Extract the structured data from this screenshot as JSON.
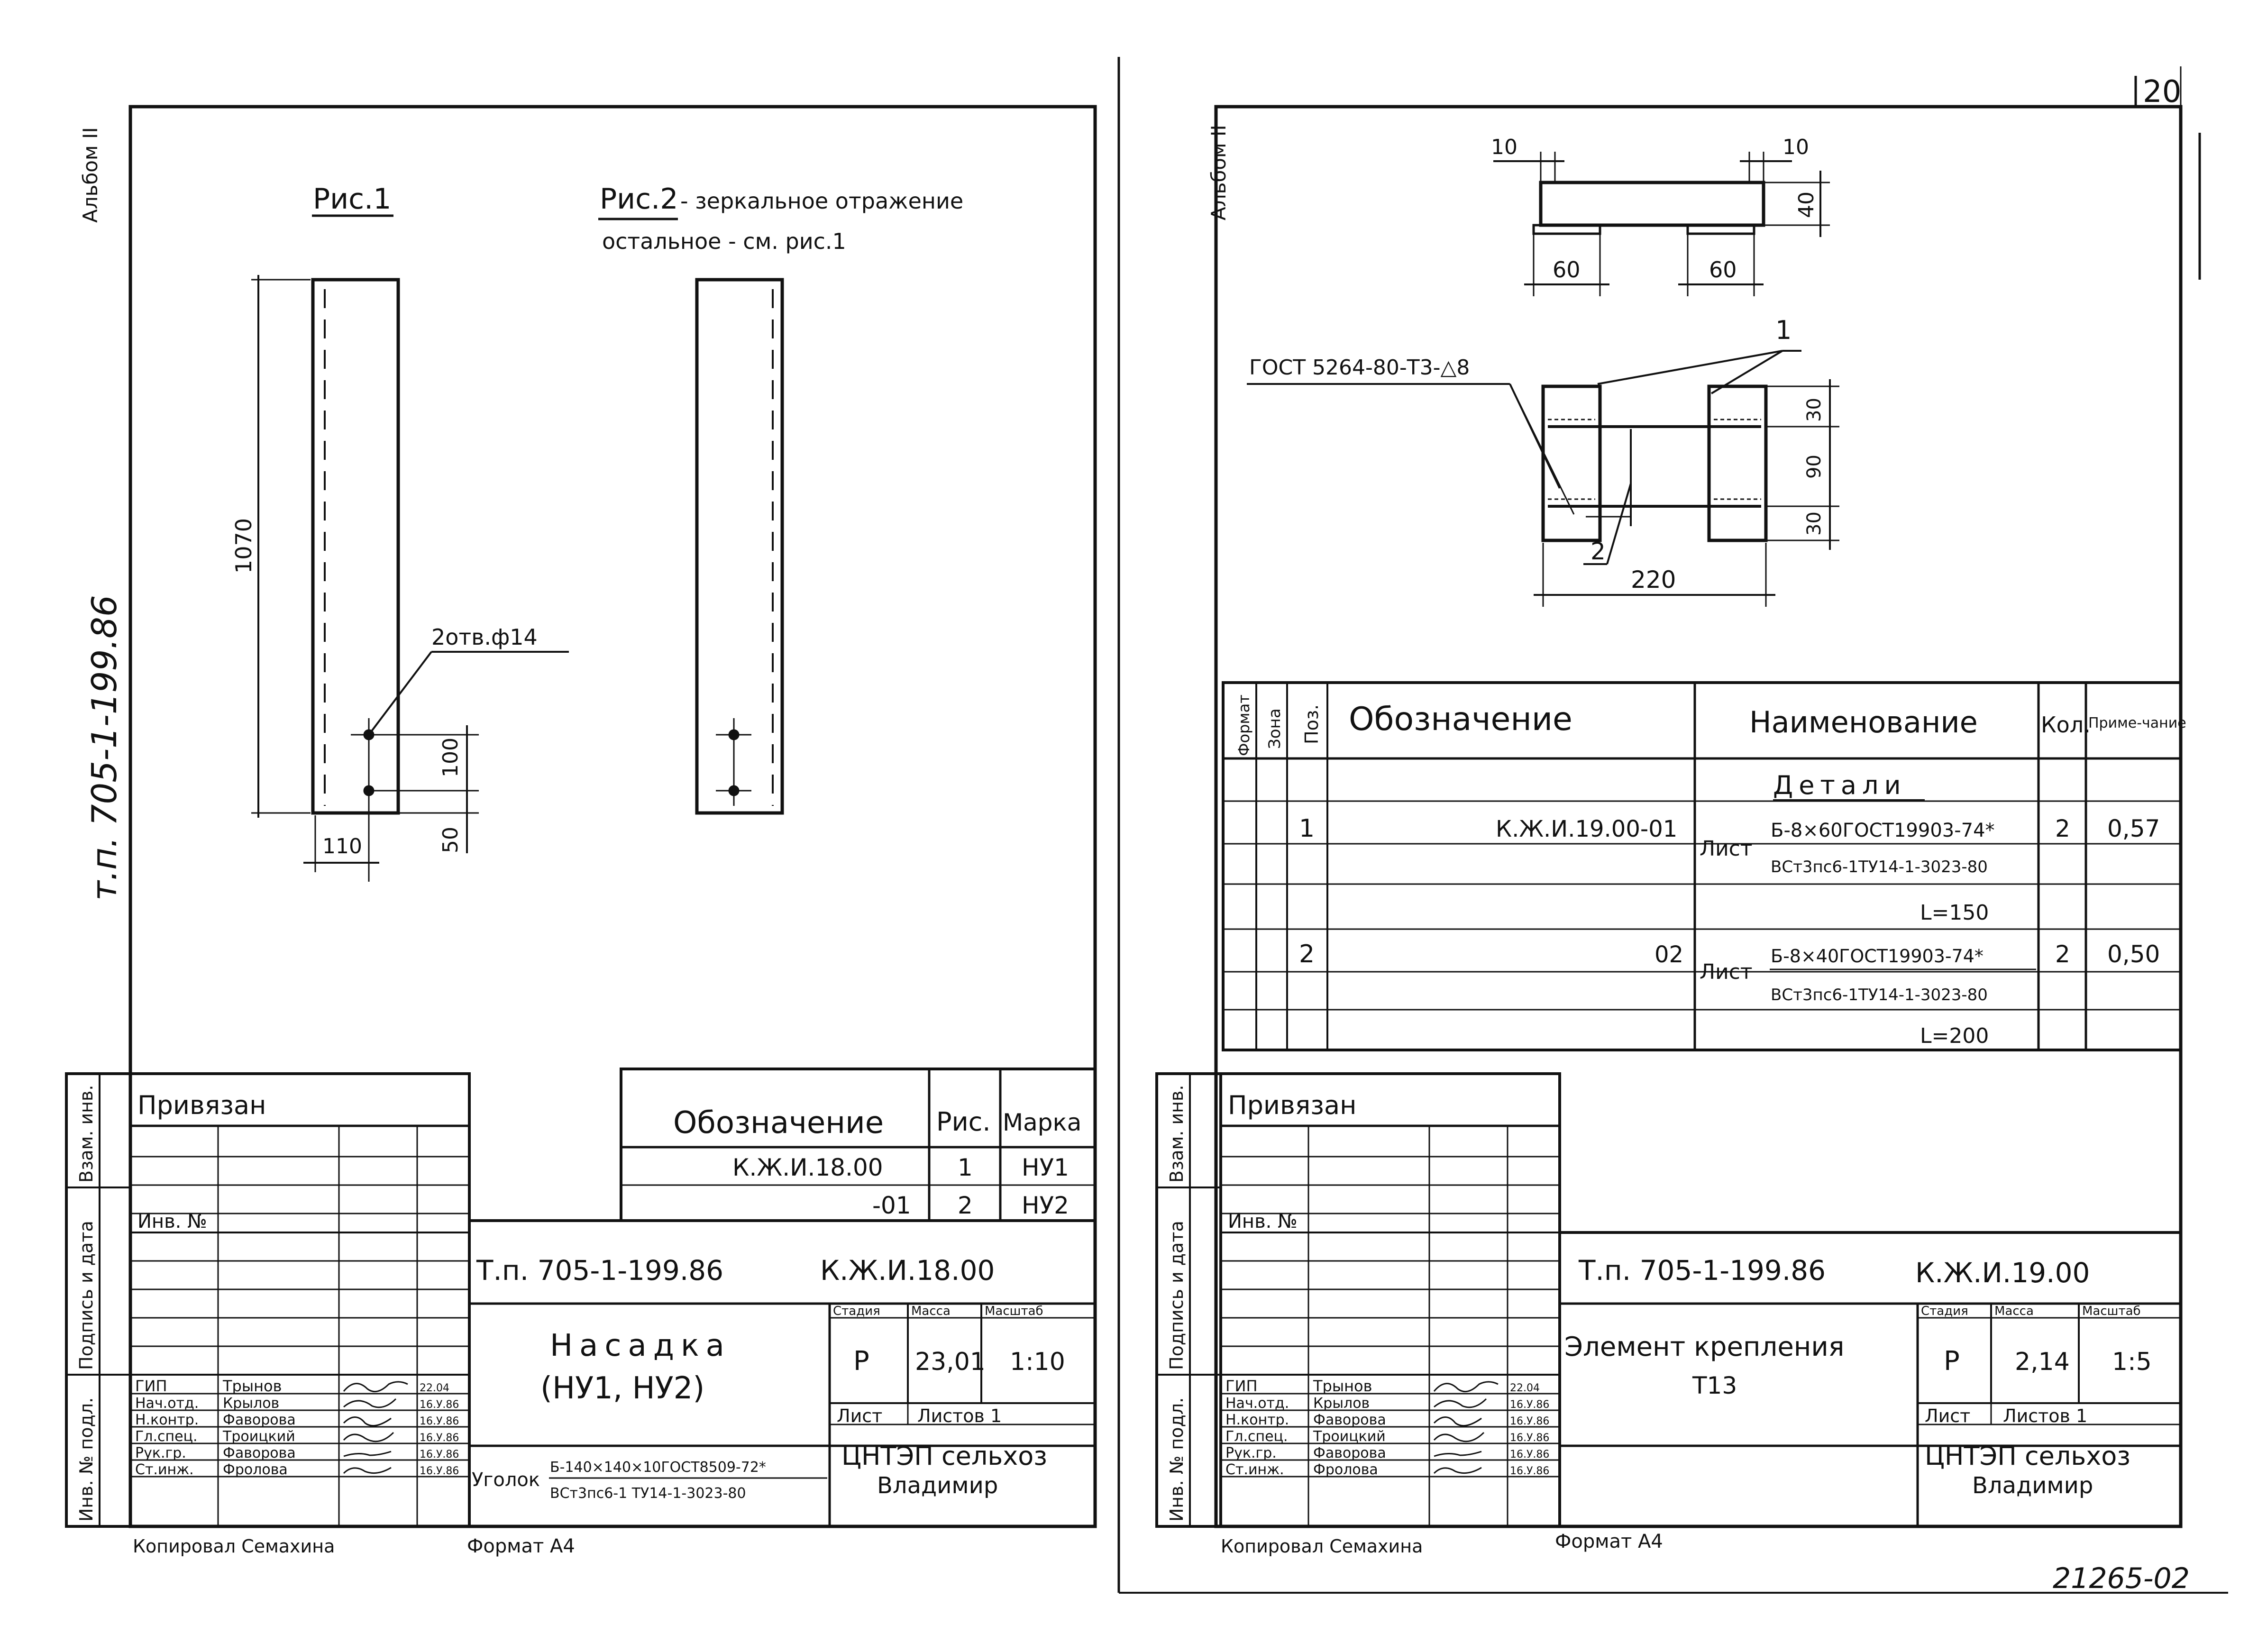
{
  "left": {
    "side_album": "Альбом II",
    "side_code": "т.п. 705-1-199.86",
    "fig1": "Рис.1",
    "fig2_title": "Рис.2",
    "fig2_note1": "- зеркальное отражение",
    "fig2_note2": "остальное - см. рис.1",
    "dim_1070": "1070",
    "dim_100": "100",
    "dim_50": "50",
    "dim_110": "110",
    "holes_label": "2отв.ф14",
    "spec_header": [
      "Обозначение",
      "Рис.",
      "Марка"
    ],
    "spec_rows": [
      [
        "К.Ж.И.18.00",
        "1",
        "НУ1"
      ],
      [
        "-01",
        "2",
        "НУ2"
      ]
    ],
    "stamp": {
      "privyazan": "Привязан",
      "inv_no": "Инв. №",
      "side_labels": [
        "Взам. инв.",
        "Подпись и дата",
        "Инв. № подл."
      ],
      "project": "Т.п. 705-1-199.86",
      "code": "К.Ж.И.18.00",
      "title1": "Насадка",
      "title2": "(НУ1, НУ2)",
      "col_labels": [
        "Стадия",
        "Масса",
        "Масштаб"
      ],
      "stage": "Р",
      "mass": "23,01",
      "scale": "1:10",
      "sheet": "Лист",
      "sheets": "Листов 1",
      "org1": "ЦНТЭП сельхоз",
      "org2": "Владимир",
      "material_prefix": "Уголок",
      "material_line1": "Б-140×140×10ГОСТ8509-72*",
      "material_line2": "ВСт3пс6-1 ТУ14-1-3023-80",
      "people": [
        [
          "ГИП",
          "Трынов",
          "22.04"
        ],
        [
          "Нач.отд.",
          "Крылов",
          "16.У.86"
        ],
        [
          "Н.контр.",
          "Фаворова",
          "16.У.86"
        ],
        [
          "Гл.спец.",
          "Троицкий",
          "16.У.86"
        ],
        [
          "Рук.гр.",
          "Фаворова",
          "16.У.86"
        ],
        [
          "Ст.инж.",
          "Фролова",
          "16.У.86"
        ]
      ]
    },
    "copied": "Копировал Семахина",
    "format": "Формат А4"
  },
  "right": {
    "page_no": "20",
    "side_album": "Альбом II",
    "dim_10a": "10",
    "dim_10b": "10",
    "dim_40": "40",
    "dim_60a": "60",
    "dim_60b": "60",
    "weld_label": "ГОСТ 5264-80-Т3-△8",
    "pos_1": "1",
    "pos_2": "2",
    "dim_30a": "30",
    "dim_90": "90",
    "dim_30b": "30",
    "dim_220": "220",
    "spec_header": [
      "Формат",
      "Зона",
      "Поз.",
      "Обозначение",
      "Наименование",
      "Кол.",
      "Приме-чание"
    ],
    "details_title": "Детали",
    "rows": [
      {
        "pos": "1",
        "code": "К.Ж.И.19.00-01",
        "kind": "Лист",
        "line1": "Б-8×60ГОСТ19903-74*",
        "line2": "ВСт3пс6-1ТУ14-1-3023-80",
        "length": "L=150",
        "qty": "2",
        "note": "0,57"
      },
      {
        "pos": "2",
        "code": "02",
        "kind": "Лист",
        "line1": "Б-8×40ГОСТ19903-74*",
        "line2": "ВСт3пс6-1ТУ14-1-3023-80",
        "length": "L=200",
        "qty": "2",
        "note": "0,50"
      }
    ],
    "stamp": {
      "privyazan": "Привязан",
      "inv_no": "Инв. №",
      "side_labels": [
        "Взам. инв.",
        "Подпись и дата",
        "Инв. № подл."
      ],
      "project": "Т.п. 705-1-199.86",
      "code": "К.Ж.И.19.00",
      "title1": "Элемент крепления",
      "title2": "Т13",
      "col_labels": [
        "Стадия",
        "Масса",
        "Масштаб"
      ],
      "stage": "Р",
      "mass": "2,14",
      "scale": "1:5",
      "sheet": "Лист",
      "sheets": "Листов 1",
      "org1": "ЦНТЭП сельхоз",
      "org2": "Владимир",
      "people": [
        [
          "ГИП",
          "Трынов",
          "22.04"
        ],
        [
          "Нач.отд.",
          "Крылов",
          "16.У.86"
        ],
        [
          "Н.контр.",
          "Фаворова",
          "16.У.86"
        ],
        [
          "Гл.спец.",
          "Троицкий",
          "16.У.86"
        ],
        [
          "Рук.гр.",
          "Фаворова",
          "16.У.86"
        ],
        [
          "Ст.инж.",
          "Фролова",
          "16.У.86"
        ]
      ]
    },
    "copied": "Копировал Семахина",
    "format": "Формат А4",
    "archive_no": "21265-02"
  }
}
